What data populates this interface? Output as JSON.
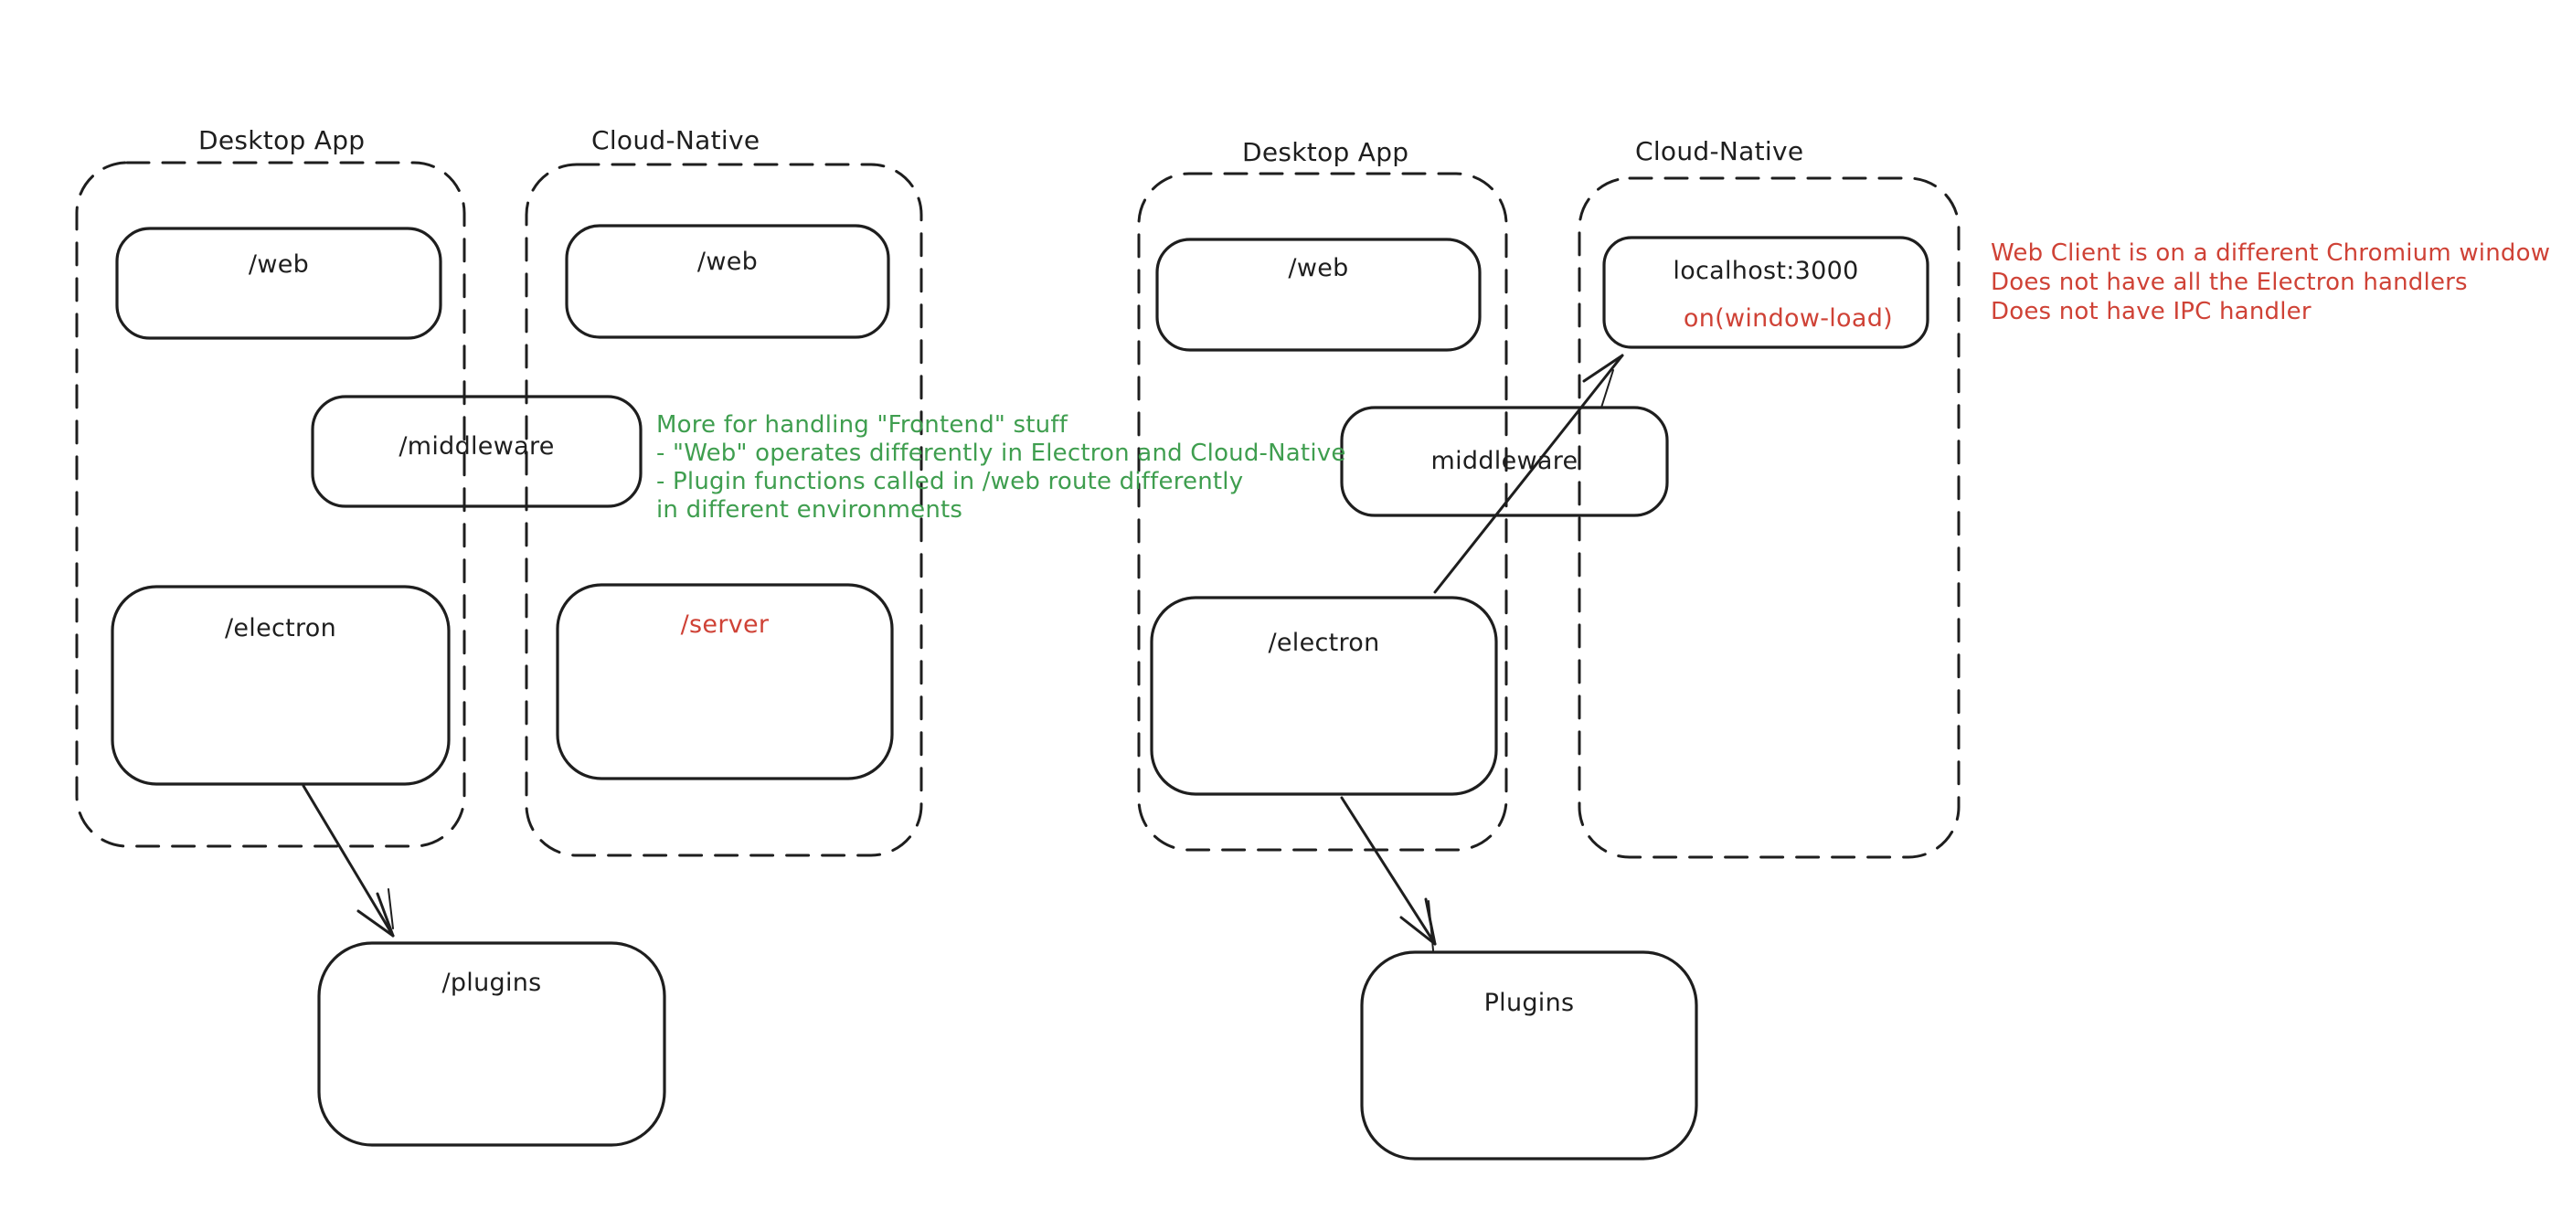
{
  "colors": {
    "stroke": "#1e1e1e",
    "green": "#3f9e4f",
    "red": "#cf4236",
    "background": "#ffffff"
  },
  "diagram1": {
    "desktop_label": "Desktop App",
    "cloud_label": "Cloud-Native",
    "web_desktop": "/web",
    "web_cloud": "/web",
    "middleware": "/middleware",
    "electron": "/electron",
    "server": "/server",
    "plugins": "/plugins"
  },
  "diagram2": {
    "desktop_label": "Desktop App",
    "cloud_label": "Cloud-Native",
    "web": "/web",
    "localhost": "localhost:3000",
    "window_load": "on(window-load)",
    "middleware": "middleware",
    "electron": "/electron",
    "plugins": "Plugins"
  },
  "annotations": {
    "green": {
      "lines": [
        "More for handling \"Frontend\" stuff",
        "- \"Web\" operates differently in Electron and Cloud-Native",
        "- Plugin functions called in /web route differently",
        "in different environments"
      ]
    },
    "red": {
      "lines": [
        "Web Client is on a different Chromium window",
        "Does not have all the Electron handlers",
        "Does not have IPC handler"
      ]
    }
  }
}
